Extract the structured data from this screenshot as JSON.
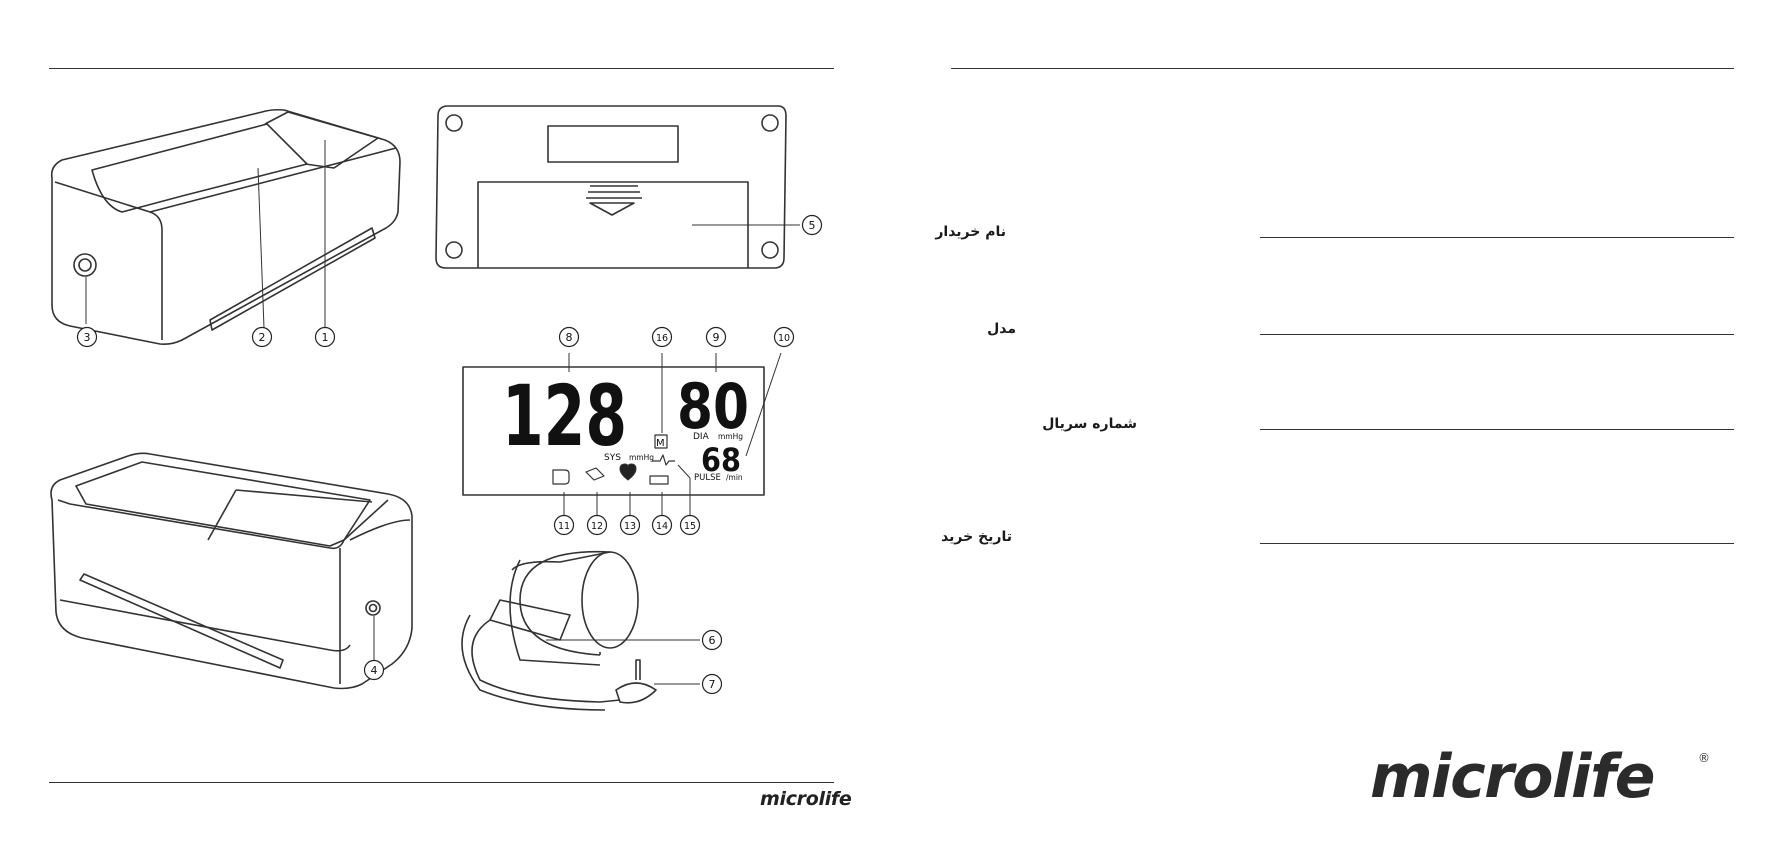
{
  "left_page": {
    "brand": "microlife",
    "callouts": [
      "1",
      "2",
      "3",
      "4",
      "5",
      "6",
      "7",
      "8",
      "9",
      "10",
      "11",
      "12",
      "13",
      "14",
      "15",
      "16"
    ],
    "lcd": {
      "sys_value": "128",
      "dia_value": "80",
      "pulse_value": "68",
      "sys_label": "SYS",
      "dia_label": "DIA",
      "unit_mmhg": "mmHg",
      "pulse_label": "PULSE",
      "pulse_unit": "/min",
      "memory_label": "M"
    }
  },
  "right_page": {
    "fields": [
      {
        "label": "نام خریدار"
      },
      {
        "label": "مدل"
      },
      {
        "label": "شماره سریال"
      },
      {
        "label": "تاریخ خرید"
      }
    ],
    "brand": "microlife",
    "registered_mark": "®"
  }
}
